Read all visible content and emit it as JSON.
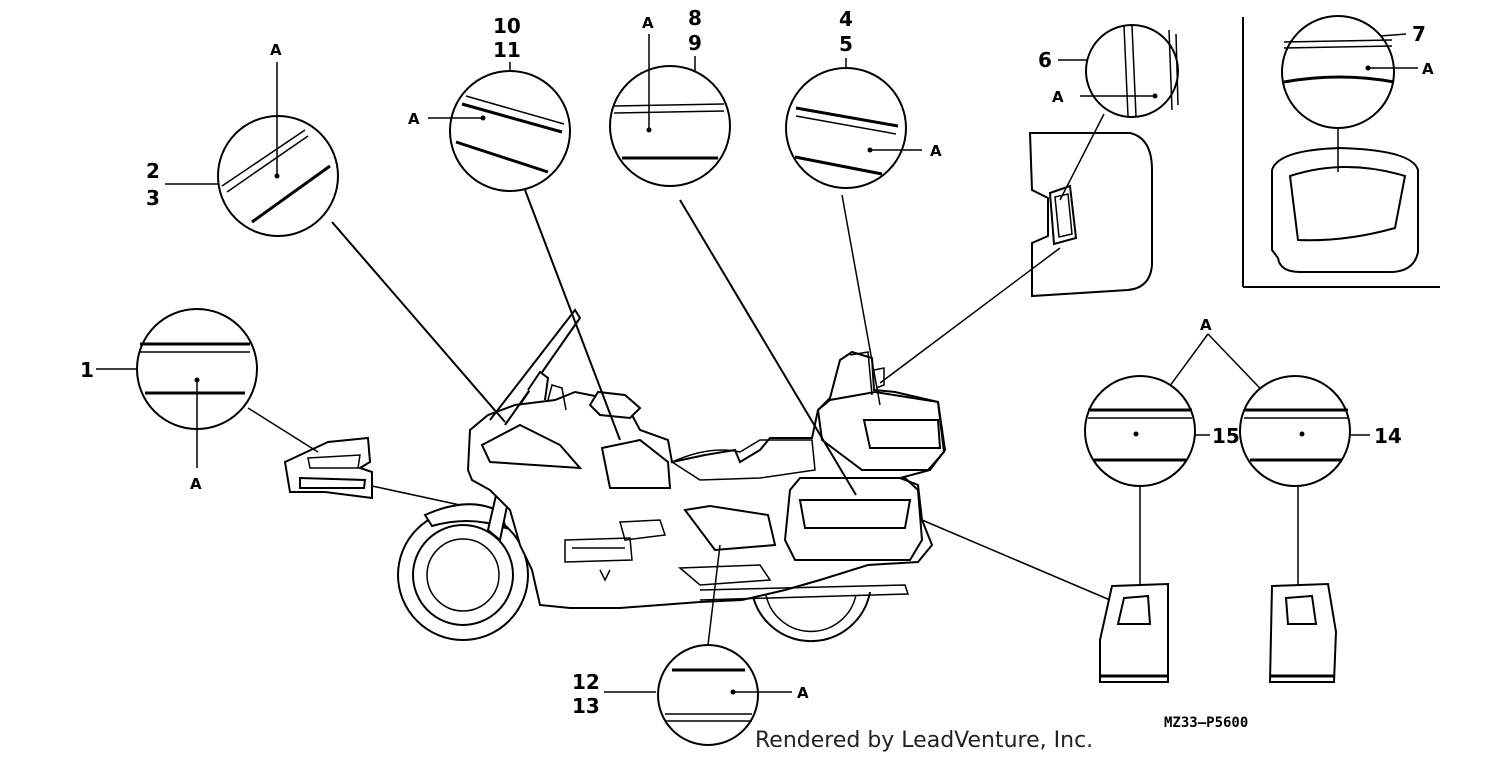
{
  "callouts": {
    "c1": "1",
    "c2": "2",
    "c3": "3",
    "c4": "4",
    "c5": "5",
    "c6": "6",
    "c7": "7",
    "c8": "8",
    "c9": "9",
    "c10": "10",
    "c11": "11",
    "c12": "12",
    "c13": "13",
    "c14": "14",
    "c15": "15"
  },
  "area_label": "A",
  "diagram_code": "MZ33–P5600",
  "credit": "Rendered by LeadVenture, Inc."
}
